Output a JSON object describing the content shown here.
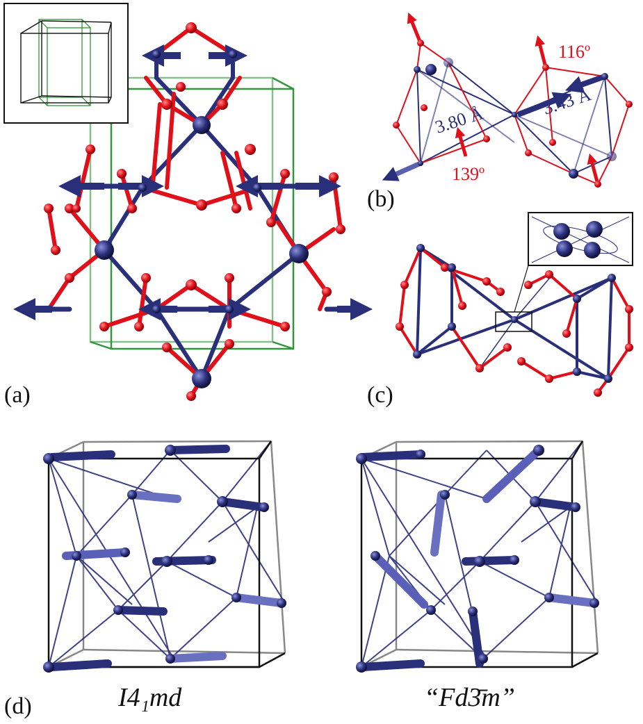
{
  "panels": {
    "a": {
      "label": "(a)"
    },
    "b": {
      "label": "(b)",
      "dist1": "3.80 Å",
      "dist2": "3.43 Å",
      "angle1": "116º",
      "angle2": "139º"
    },
    "c": {
      "label": "(c)"
    },
    "d": {
      "label": "(d)",
      "left_title": "I4₁md",
      "right_title": "“Fd3̄m”"
    }
  },
  "colors": {
    "oxygen": "#e0101a",
    "metal": "#2a2f7a",
    "frame": "#1e8a28",
    "box": "#111111"
  }
}
